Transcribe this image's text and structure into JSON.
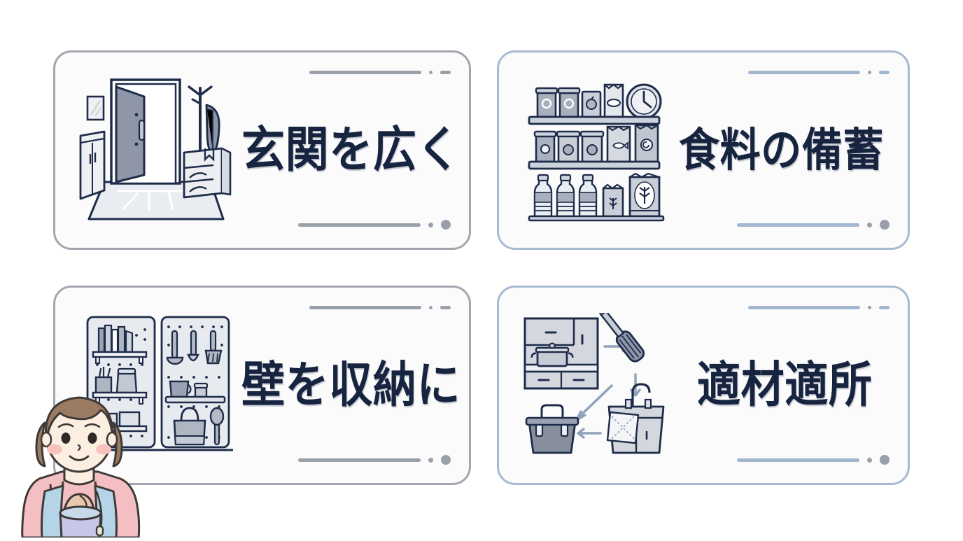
{
  "page": {
    "background_color": "#ffffff",
    "title_text_color": "#16243f",
    "card_fill": "#fbfbfc",
    "card_border_gray": "#a2a6ae",
    "card_border_blue": "#a8bad2"
  },
  "cards": [
    {
      "id": "entrance",
      "label": "玄関を広く",
      "border_style": "gray",
      "illustration": "entryway-illustration",
      "illustration_items": [
        "open-door",
        "wall-mirror",
        "shoe-cabinet",
        "coat-rack",
        "hanging-coat",
        "shoe-shelf",
        "tiled-floor"
      ],
      "deco_top": [
        "long-bar",
        "small-dot",
        "short-bar"
      ],
      "deco_bottom": [
        "long-bar",
        "small-dot",
        "large-dot"
      ]
    },
    {
      "id": "food-stock",
      "label": "食料の備蓄",
      "border_style": "blue",
      "illustration": "pantry-shelves-illustration",
      "illustration_items": [
        "canned-goods",
        "food-pouches",
        "wall-clock",
        "water-bottles",
        "rice-bags",
        "three-shelves"
      ],
      "deco_top": [
        "long-bar",
        "small-dot",
        "short-bar"
      ],
      "deco_bottom": [
        "long-bar",
        "small-dot",
        "large-dot"
      ]
    },
    {
      "id": "wall-storage",
      "label": "壁を収納に",
      "border_style": "gray",
      "illustration": "wall-pegboard-illustration",
      "illustration_items": [
        "book-shelf",
        "storage-jars",
        "pegboard-left",
        "pegboard-right",
        "ladle",
        "spatula",
        "turner",
        "mug",
        "tote-bag",
        "wooden-spoon"
      ],
      "deco_top": [
        "long-bar",
        "small-dot",
        "short-bar"
      ],
      "deco_bottom": [
        "long-bar",
        "small-dot",
        "large-dot"
      ]
    },
    {
      "id": "right-place",
      "label": "適材適所",
      "border_style": "blue",
      "illustration": "tools-placement-illustration",
      "illustration_items": [
        "kitchen-cabinet",
        "cooking-pot",
        "screwdriver",
        "sink-vanity",
        "hanging-towel",
        "toolbox",
        "flow-arrows"
      ],
      "deco_top": [
        "long-bar",
        "small-dot",
        "short-bar"
      ],
      "deco_bottom": [
        "long-bar",
        "small-dot",
        "large-dot"
      ]
    }
  ],
  "character": {
    "name": "mother-with-baby",
    "hair_color": "#9c7b63",
    "shirt_color": "#f4bfc3",
    "carrier_color": "#b6d4e8",
    "apron_color": "#c8c6e8",
    "skin_color": "#fdeee2"
  }
}
